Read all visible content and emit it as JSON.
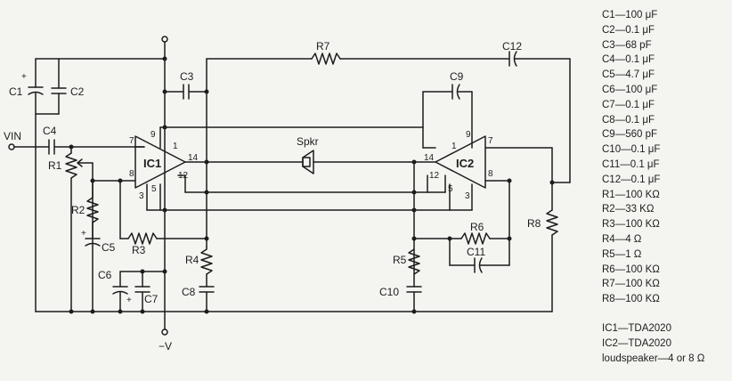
{
  "labels": {
    "vin": "VIN",
    "neg_supply": "−V",
    "plus": "+",
    "spkr": "Spkr",
    "ic1": "IC1",
    "ic2": "IC2",
    "c1": "C1",
    "c2": "C2",
    "c3": "C3",
    "c4": "C4",
    "c5": "C5",
    "c6": "C6",
    "c7": "C7",
    "c8": "C8",
    "c9": "C9",
    "c10": "C10",
    "c11": "C11",
    "c12": "C12",
    "r1": "R1",
    "r2": "R2",
    "r3": "R3",
    "r4": "R4",
    "r5": "R5",
    "r6": "R6",
    "r7": "R7",
    "r8": "R8"
  },
  "pins": {
    "ic1": {
      "p7": "7",
      "p9": "9",
      "p1": "1",
      "p14": "14",
      "p8": "8",
      "p12": "12",
      "p5": "5",
      "p3": "3"
    },
    "ic2": {
      "p1": "1",
      "p9": "9",
      "p7": "7",
      "p14": "14",
      "p8": "8",
      "p12": "12",
      "p5": "5",
      "p3": "3"
    }
  },
  "parts_list": [
    "C1—100 μF",
    "C2—0.1 μF",
    "C3—68 pF",
    "C4—0.1 μF",
    "C5—4.7 μF",
    "C6—100 μF",
    "C7—0.1 μF",
    "C8—0.1 μF",
    "C9—560 pF",
    "C10—0.1 μF",
    "C11—0.1 μF",
    "C12—0.1 μF",
    "R1—100 KΩ",
    "R2—33 KΩ",
    "R3—100 KΩ",
    "R4—4 Ω",
    "R5—1 Ω",
    "R6—100 KΩ",
    "R7—100 KΩ",
    "R8—100 KΩ"
  ],
  "ic_list": [
    "IC1—TDA2020",
    "IC2—TDA2020",
    "loudspeaker—4 or 8 Ω"
  ]
}
